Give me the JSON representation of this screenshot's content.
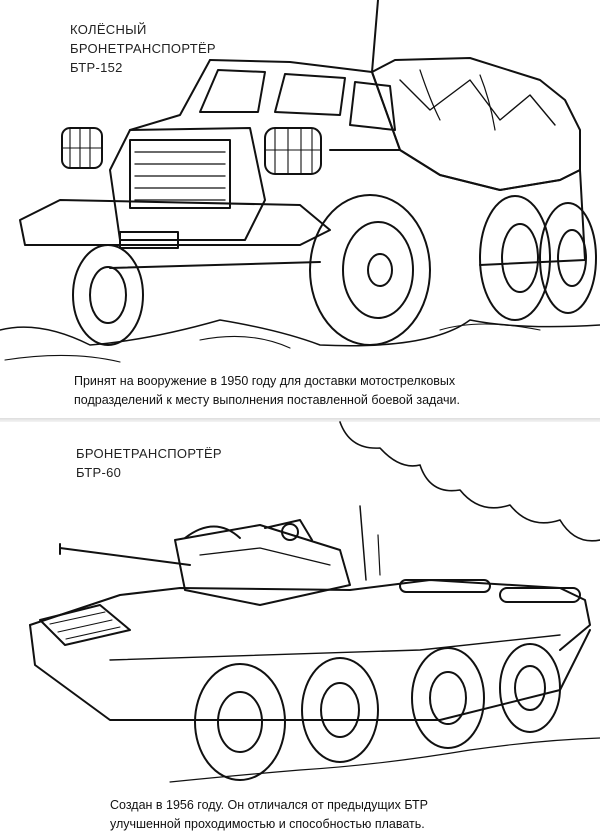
{
  "page_top": {
    "title_lines": [
      "КОЛЁСНЫЙ",
      "БРОНЕТРАНСПОРТЁР",
      "БТР-152"
    ],
    "caption_lines": [
      "Принят на вооружение в 1950 году для доставки мотострелковых",
      "подразделений к месту выполнения поставленной боевой задачи."
    ]
  },
  "page_bottom": {
    "title_lines": [
      "БРОНЕТРАНСПОРТЁР",
      "БТР-60"
    ],
    "caption_lines": [
      "Создан в 1956 году. Он отличался от предыдущих БТР",
      "улучшенной проходимостью и способностью плавать."
    ]
  }
}
